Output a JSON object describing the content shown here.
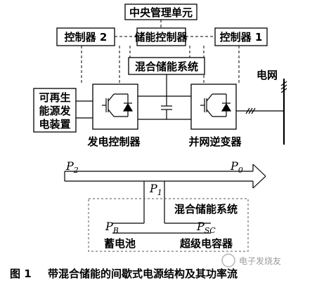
{
  "blocks": {
    "central_unit": "中央管理单元",
    "controller_2": "控制器 2",
    "storage_controller": "储能控制器",
    "controller_1": "控制器 1",
    "hybrid_storage_top": "混合储能系统",
    "renewable_line1": "可再生",
    "renewable_line2": "能源发",
    "renewable_line3": "电装置",
    "grid": "电网"
  },
  "labels": {
    "gen_controller": "发电控制器",
    "grid_inverter": "并网逆变器",
    "hybrid_storage_bottom": "混合储能系统",
    "battery": "蓄电池",
    "supercap": "超级电容器"
  },
  "power": {
    "p2": "P",
    "p2_sub": "2",
    "p0": "P",
    "p0_sub": "0",
    "p1": "P",
    "p1_sub": "1",
    "pb": "P",
    "pb_sub": "B",
    "psc": "P",
    "psc_sub": "SC"
  },
  "caption": {
    "fig": "图 1",
    "text": "带混合储能的间歇式电源结构及其功率流"
  },
  "watermark": "电子发烧友"
}
